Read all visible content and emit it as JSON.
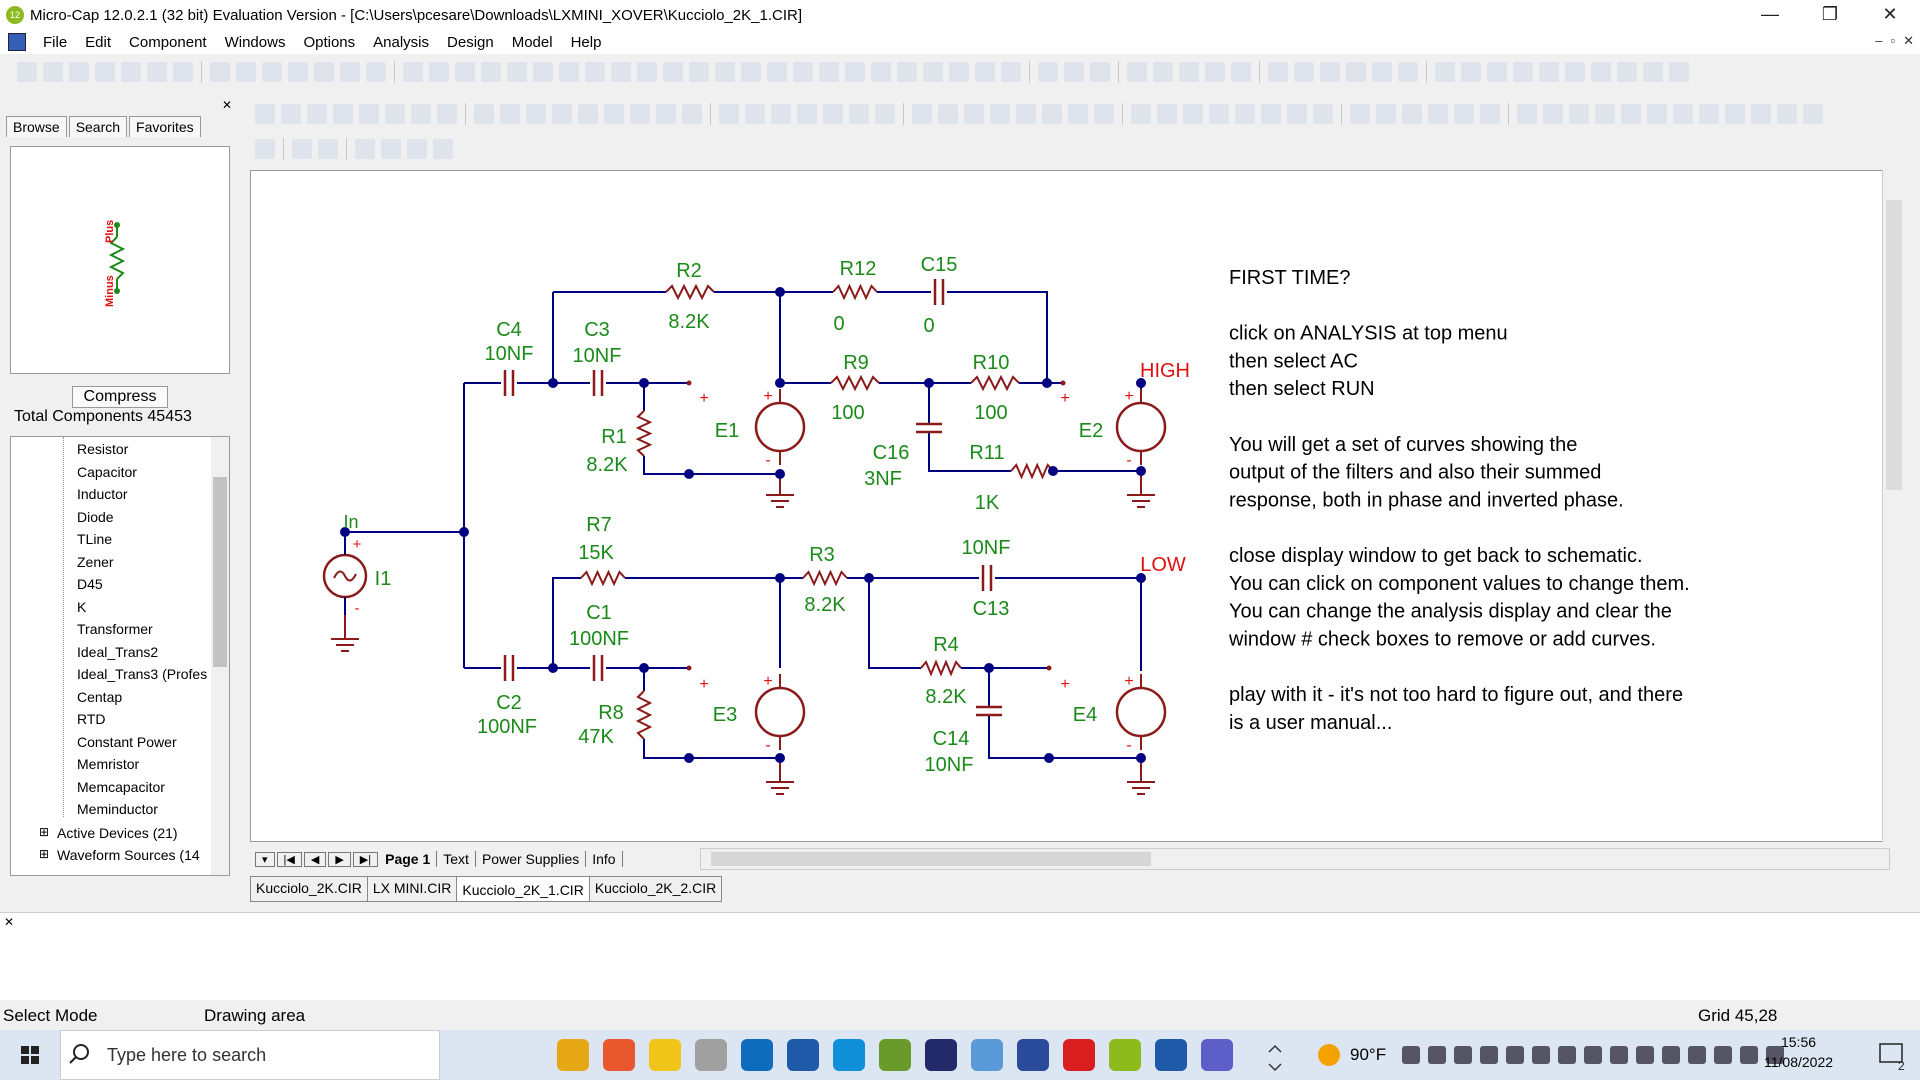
{
  "window": {
    "title": "Micro-Cap 12.0.2.1 (32 bit) Evaluation Version - [C:\\Users\\pcesare\\Downloads\\LXMINI_XOVER\\Kucciolo_2K_1.CIR]",
    "app_badge": "12",
    "minimize": "—",
    "maximize": "❐",
    "close": "✕"
  },
  "menu": [
    "File",
    "Edit",
    "Component",
    "Windows",
    "Options",
    "Analysis",
    "Design",
    "Model",
    "Help"
  ],
  "mdi": [
    "–",
    "▫",
    "✕"
  ],
  "panel": {
    "tabs": [
      "Browse",
      "Search",
      "Favorites"
    ],
    "close": "✕",
    "preview_labels": {
      "plus": "Plus",
      "minus": "Minus"
    },
    "compress": "Compress",
    "total": "Total Components 45453",
    "tree": [
      "Resistor",
      "Capacitor",
      "Inductor",
      "Diode",
      "TLine",
      "Zener",
      "D45",
      "K",
      "Transformer",
      "Ideal_Trans2",
      "Ideal_Trans3 (Profes",
      "Centap",
      "RTD",
      "Constant Power",
      "Memristor",
      "Memcapacitor",
      "Meminductor"
    ],
    "tree_groups": [
      "Active Devices (21)",
      "Waveform Sources (14"
    ]
  },
  "page_tabs": {
    "nav": [
      "▾",
      "|◀",
      "◀",
      "▶",
      "▶|"
    ],
    "tabs": [
      "Page 1",
      "Text",
      "Power Supplies",
      "Info"
    ]
  },
  "file_tabs": [
    "Kucciolo_2K.CIR",
    "LX MINI.CIR",
    "Kucciolo_2K_1.CIR",
    "Kucciolo_2K_2.CIR"
  ],
  "active_file_tab": 2,
  "output": {
    "close": "✕"
  },
  "status": {
    "mode": "Select Mode",
    "area": "Drawing area",
    "grid": "Grid 45,28"
  },
  "taskbar": {
    "search_placeholder": "Type here to search",
    "temp": "90°F",
    "time": "15:56",
    "date": "11/08/2022",
    "notif": "2"
  },
  "schematic": {
    "colors": {
      "wire": "#000080",
      "component": "#8b1a1a",
      "label": "#1a8a1a",
      "signal": "#e01010",
      "node": "#000080"
    },
    "labels": {
      "R2": "R2",
      "R2v": "8.2K",
      "R12": "R12",
      "R12v": "0",
      "C15": "C15",
      "C15v": "0",
      "C4": "C4",
      "C4v": "10NF",
      "C3": "C3",
      "C3v": "10NF",
      "R9": "R9",
      "R9v": "100",
      "R10": "R10",
      "R10v": "100",
      "R1": "R1",
      "R1v": "8.2K",
      "E1": "E1",
      "C16": "C16",
      "C16v": "3NF",
      "R11": "R11",
      "R11v": "1K",
      "E2": "E2",
      "HIGH": "HIGH",
      "In": "In",
      "I1": "I1",
      "R7": "R7",
      "R7v": "15K",
      "R3": "R3",
      "R3v": "8.2K",
      "C13v": "10NF",
      "C13": "C13",
      "LOW": "LOW",
      "C1": "C1",
      "C1v": "100NF",
      "C2": "C2",
      "C2v": "100NF",
      "R8": "R8",
      "R8v": "47K",
      "E3": "E3",
      "R4": "R4",
      "R4v": "8.2K",
      "C14": "C14",
      "C14v": "10NF",
      "E4": "E4",
      "plus": "+",
      "minus": "-"
    },
    "notes": [
      "FIRST TIME?",
      "",
      "click on ANALYSIS at top menu",
      "then select AC",
      "then select RUN",
      "",
      "You will get a set of curves showing the",
      "output of the filters and also their  summed",
      "response, both in phase and inverted phase.",
      "",
      "close display window to get back to schematic.",
      "You can click on component values to change them.",
      "You can change the analysis display and clear the",
      "window # check boxes to remove or add curves.",
      "",
      "play with it - it's not too hard to figure out, and there",
      "is a user manual..."
    ]
  }
}
